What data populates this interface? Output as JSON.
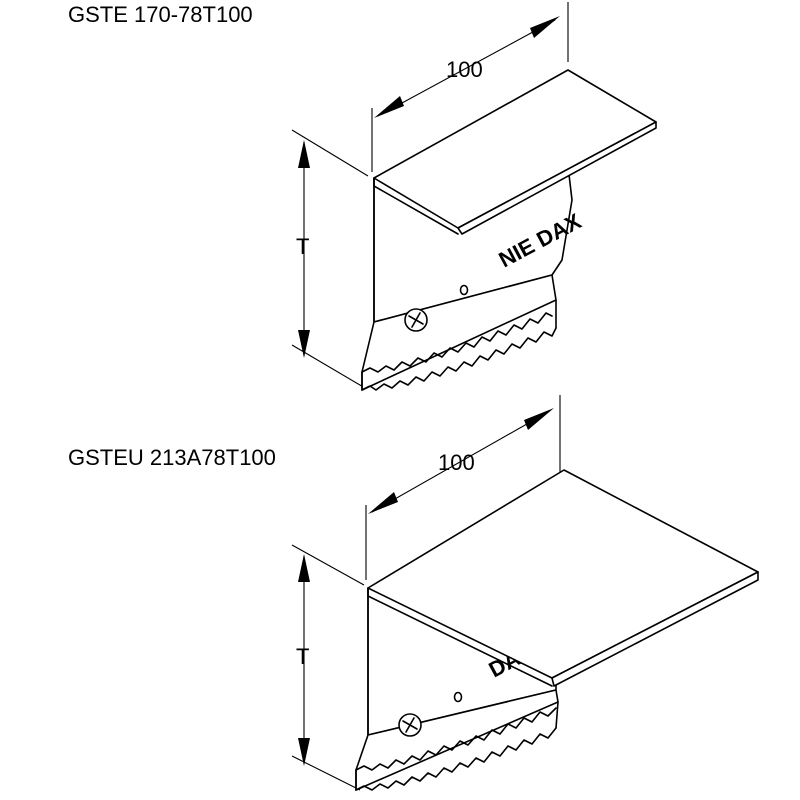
{
  "drawings": [
    {
      "product_label": "GSTE 170-78T100",
      "width_dimension": "100",
      "height_dimension": "T",
      "embossed_text": "NIE DAX"
    },
    {
      "product_label": "GSTEU 213A78T100",
      "width_dimension": "100",
      "height_dimension": "T",
      "embossed_text": "DAX"
    }
  ]
}
